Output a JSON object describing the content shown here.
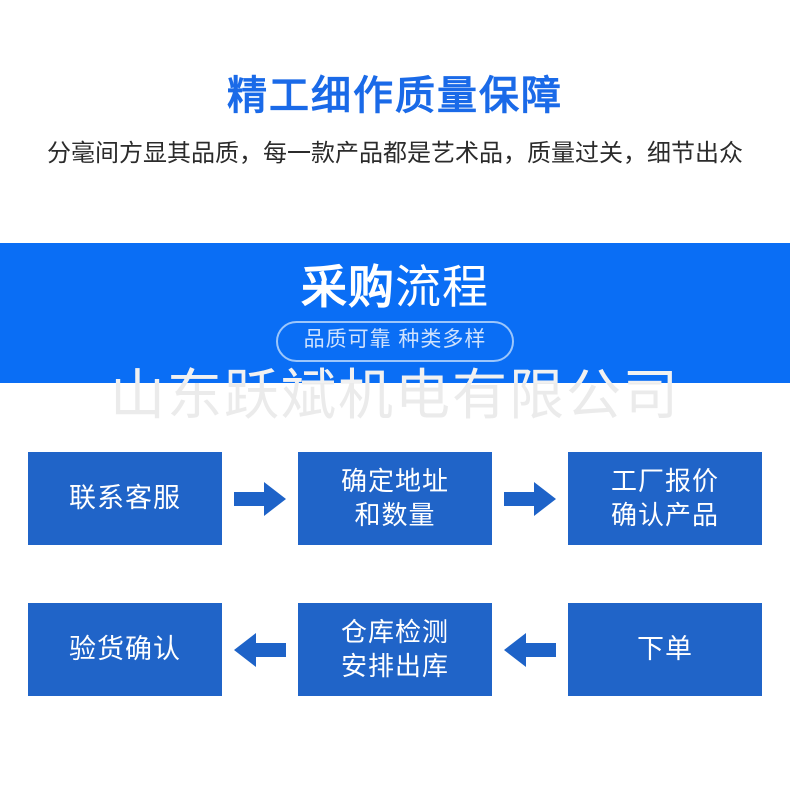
{
  "header": {
    "title": "精工细作质量保障",
    "subtitle": "分毫间方显其品质，每一款产品都是艺术品，质量过关，细节出众",
    "title_color": "#1a6ae8",
    "subtitle_color": "#2b2b2b"
  },
  "banner": {
    "title_strong": "采购",
    "title_light": "流程",
    "badge": "品质可靠 种类多样",
    "background_color": "#0a6ef5",
    "badge_text_color": "#cfe2fd",
    "badge_border_color": "#9cc6fb"
  },
  "watermark": {
    "text": "山东跃斌机电有限公司",
    "color": "#ebebeb"
  },
  "flow": {
    "box_color": "#2064c8",
    "arrow_color": "#1e63c8",
    "row1": {
      "direction": "right",
      "steps": [
        {
          "line1": "联系客服",
          "line2": ""
        },
        {
          "line1": "确定地址",
          "line2": "和数量"
        },
        {
          "line1": "工厂报价",
          "line2": "确认产品"
        }
      ]
    },
    "row2": {
      "direction": "left",
      "steps": [
        {
          "line1": "验货确认",
          "line2": ""
        },
        {
          "line1": "仓库检测",
          "line2": "安排出库"
        },
        {
          "line1": "下单",
          "line2": ""
        }
      ]
    }
  }
}
